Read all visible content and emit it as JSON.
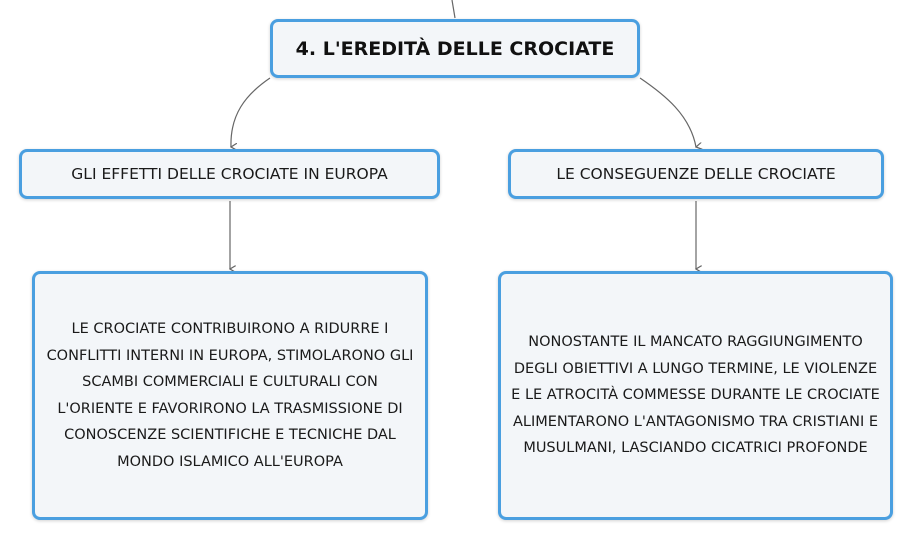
{
  "root": {
    "title": "4. L'EREDITÀ DELLE CROCIATE"
  },
  "branches": [
    {
      "label": "GLI EFFETTI DELLE CROCIATE IN EUROPA",
      "text": "LE CROCIATE CONTRIBUIRONO A RIDURRE I CONFLITTI INTERNI IN EUROPA, STIMOLARONO GLI SCAMBI COMMERCIALI E CULTURALI CON L'ORIENTE E FAVORIRONO LA TRASMISSIONE DI CONOSCENZE SCIENTIFICHE E TECNICHE DAL MONDO ISLAMICO ALL'EUROPA"
    },
    {
      "label": "LE CONSEGUENZE DELLE CROCIATE",
      "text": "NONOSTANTE IL MANCATO RAGGIUNGIMENTO DEGLI OBIETTIVI A LUNGO TERMINE, LE VIOLENZE E LE ATROCITÀ COMMESSE DURANTE LE CROCIATE ALIMENTARONO L'ANTAGONISMO TRA CRISTIANI E MUSULMANI, LASCIANDO CICATRICI PROFONDE"
    }
  ],
  "colors": {
    "border": "#4a9fe0",
    "fill": "#f3f6f9",
    "connector": "#666666"
  }
}
